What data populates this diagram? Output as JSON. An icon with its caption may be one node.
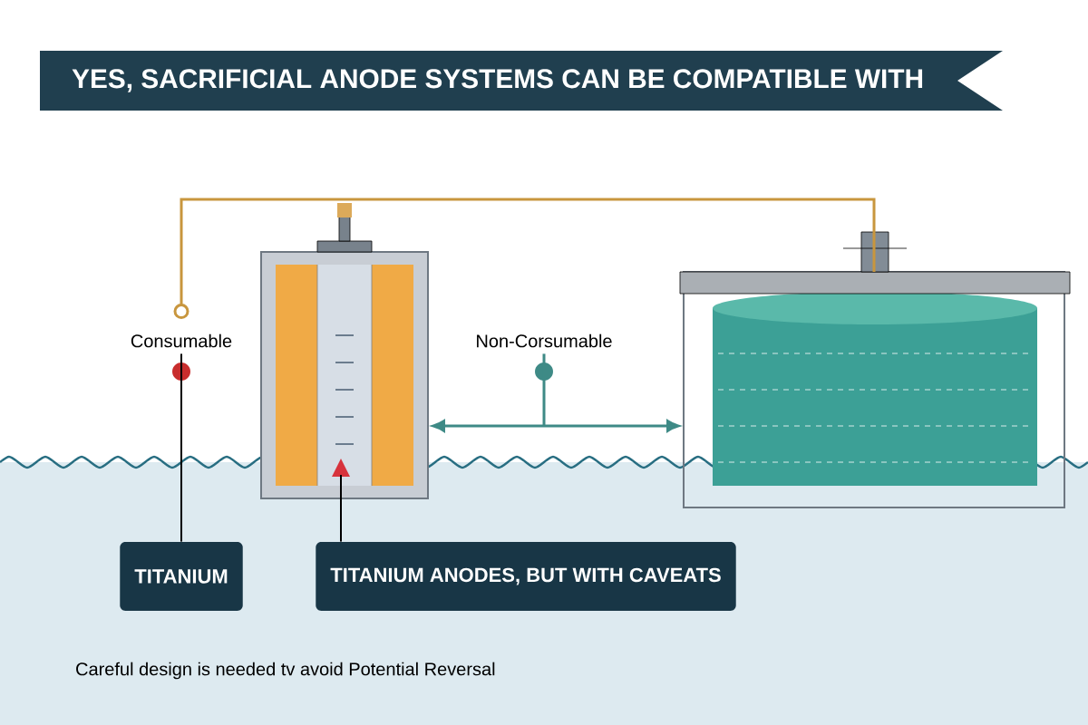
{
  "diagram": {
    "title": "YES, SACRIFICIAL ANODE SYSTEMS CAN BE COMPATIBLE WITH",
    "nodes": [
      {
        "text": [
          "Consumable"
        ]
      },
      {
        "text": [
          "Non-Corsumable"
        ]
      },
      {
        "text": [],
        "shape": "picture"
      },
      {
        "text": [],
        "shape": "picture"
      },
      {
        "text": [
          "TITANIUM"
        ]
      },
      {
        "text": [
          "TITANIUM ANODES, BUT WITH CAVEATS"
        ]
      }
    ],
    "edges": [
      {
        "from": 0,
        "to": 4,
        "arrow": "none"
      },
      {
        "from": 2,
        "to": 5,
        "arrow": "none"
      },
      {
        "from": 2,
        "to": 3,
        "arrow": "both",
        "color": "#3e8a86"
      },
      {
        "from": 1,
        "to": null,
        "arrow": "none",
        "color": "#3e8a86"
      },
      {
        "from": 0,
        "to": 3,
        "arrow": "other",
        "color": "#c8963e"
      }
    ],
    "labels": [
      "Careful design is needed tv avoid Potential Reversal"
    ]
  }
}
